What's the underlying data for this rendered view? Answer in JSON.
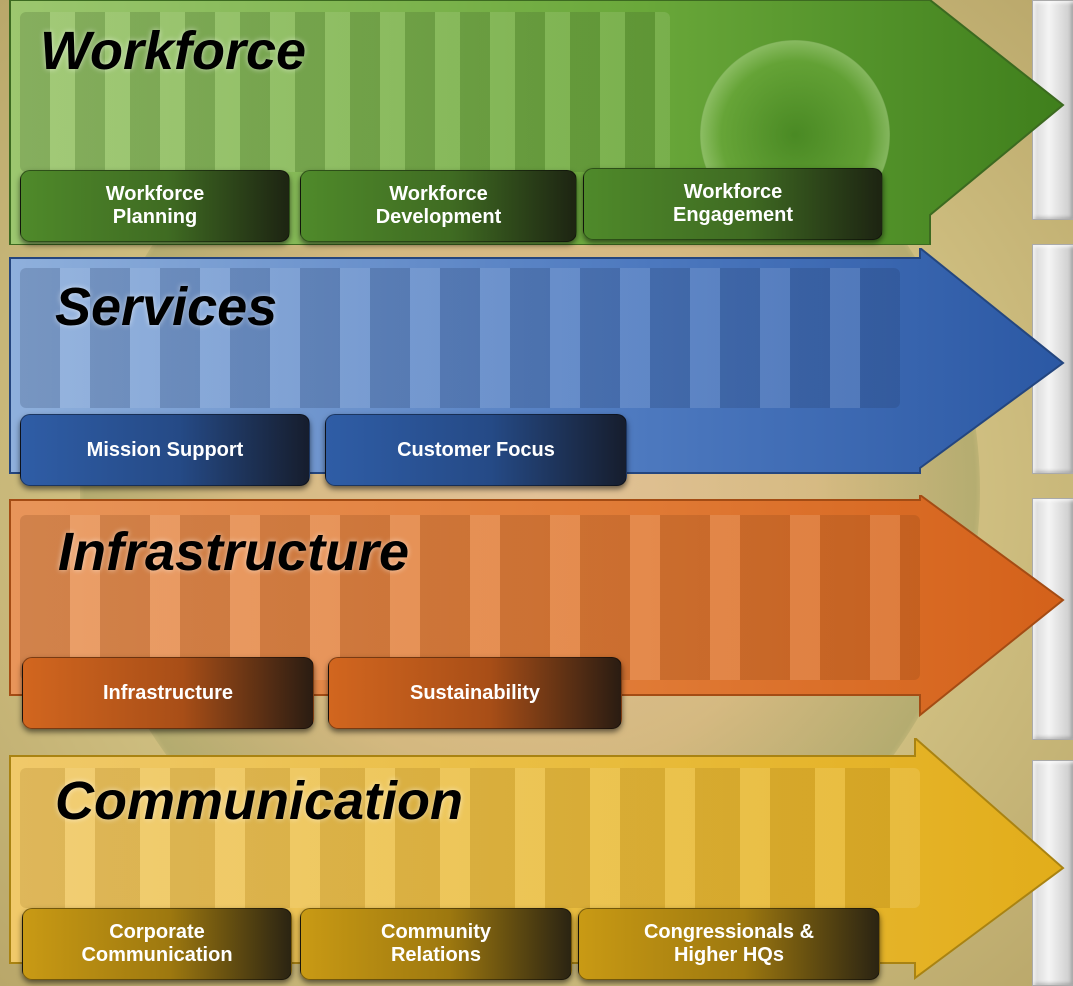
{
  "colors": {
    "workforce": "#5aa52f",
    "services": "#3a6ab5",
    "infrastructure": "#dd6a1e",
    "communication": "#e3b21f"
  },
  "bands": [
    {
      "id": "workforce",
      "title": "Workforce",
      "buttons": [
        "Workforce\nPlanning",
        "Workforce\nDevelopment",
        "Workforce\nEngagement"
      ]
    },
    {
      "id": "services",
      "title": "Services",
      "buttons": [
        "Mission Support",
        "Customer Focus"
      ]
    },
    {
      "id": "infrastructure",
      "title": "Infrastructure",
      "buttons": [
        "Infrastructure",
        "Sustainability"
      ]
    },
    {
      "id": "communication",
      "title": "Communication",
      "buttons": [
        "Corporate\nCommunication",
        "Community\nRelations",
        "Congressionals &\nHigher HQs"
      ]
    }
  ]
}
